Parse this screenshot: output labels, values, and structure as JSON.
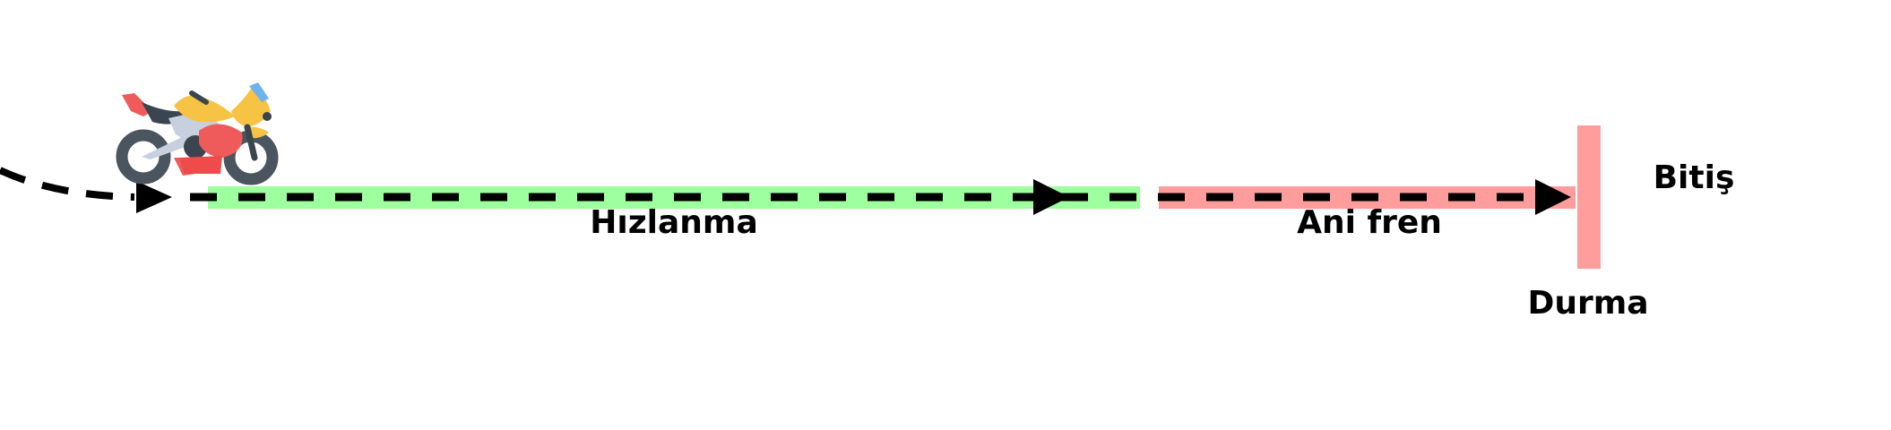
{
  "segments": [
    {
      "label": "Hızlanma",
      "color": "#9dff9d"
    },
    {
      "label": "Ani fren",
      "color": "#ff9d9d"
    }
  ],
  "end_labels": {
    "finish": "Bitiş",
    "stop": "Durma"
  },
  "icon": "motorcycle-icon",
  "colors": {
    "path": "#000000",
    "barrier": "#ff9d9d"
  }
}
